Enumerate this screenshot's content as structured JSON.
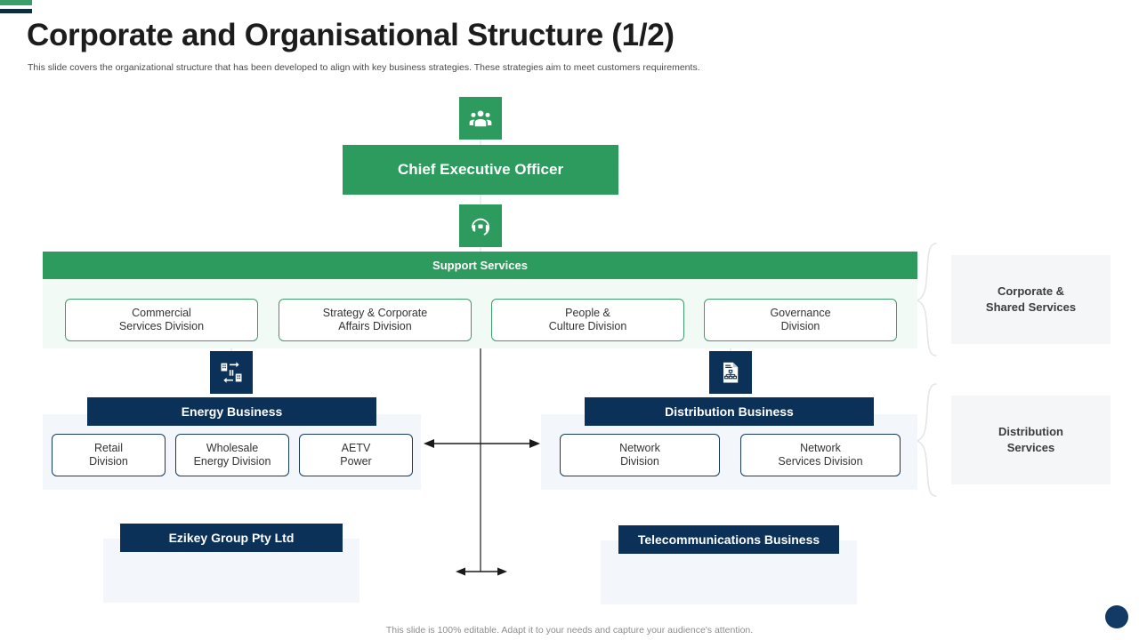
{
  "header": {
    "title": "Corporate and Organisational Structure (1/2)",
    "subtitle": "This slide covers the organizational structure that has been developed to align with key business strategies. These strategies aim to meet customers requirements."
  },
  "colors": {
    "green": "#2e9b5e",
    "navy": "#0c3158",
    "mint_panel": "#f2faf5",
    "blue_panel": "#f3f7fc",
    "side_label_bg": "#f5f6f7",
    "accent_green": "#3a9e6b",
    "accent_navy": "#0d2d42"
  },
  "icons": {
    "ceo": "people-group-icon",
    "support": "headset-support-icon",
    "energy": "building-exchange-icon",
    "distribution": "document-orgchart-icon"
  },
  "chart": {
    "ceo": {
      "label": "Chief Executive Officer"
    },
    "support_services": {
      "title": "Support Services",
      "divisions": [
        {
          "line1": "Commercial",
          "line2": "Services Division"
        },
        {
          "line1": "Strategy & Corporate",
          "line2": "Affairs Division"
        },
        {
          "line1": "People &",
          "line2": "Culture Division"
        },
        {
          "line1": "Governance",
          "line2": "Division"
        }
      ]
    },
    "energy_business": {
      "title": "Energy Business",
      "divisions": [
        {
          "line1": "Retail",
          "line2": "Division"
        },
        {
          "line1": "Wholesale",
          "line2": "Energy Division"
        },
        {
          "line1": "AETV",
          "line2": "Power"
        }
      ]
    },
    "distribution_business": {
      "title": "Distribution Business",
      "divisions": [
        {
          "line1": "Network",
          "line2": "Division"
        },
        {
          "line1": "Network",
          "line2": "Services Division"
        }
      ]
    },
    "ezikey_group": {
      "title": "Ezikey Group Pty Ltd"
    },
    "telecommunications_business": {
      "title": "Telecommunications Business"
    }
  },
  "side_labels": [
    {
      "line1": "Corporate &",
      "line2": "Shared Services"
    },
    {
      "line1": "Distribution",
      "line2": "Services"
    }
  ],
  "footer": {
    "note": "This slide is 100% editable. Adapt it to your needs and capture your audience's attention."
  }
}
